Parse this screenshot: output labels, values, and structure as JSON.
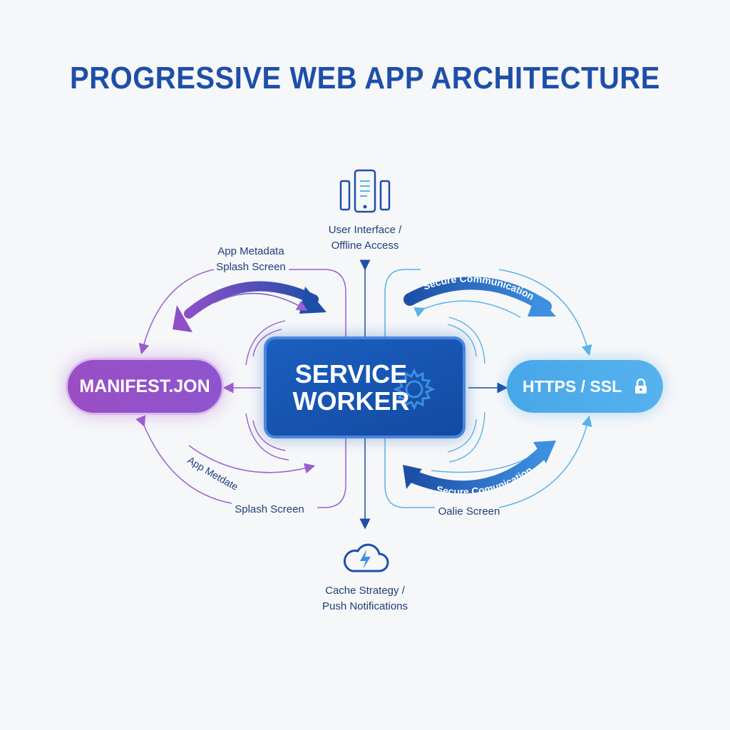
{
  "title": "PROGRESSIVE WEB APP ARCHITECTURE",
  "nodes": {
    "manifest": "MANIFEST.JON",
    "service_worker_line1": "SERVICE",
    "service_worker_line2": "WORKER",
    "https": "HTTPS / SSL"
  },
  "top": {
    "label_line1": "User Interface /",
    "label_line2": "Offline Access",
    "icon": "devices-icon"
  },
  "bottom": {
    "label_line1": "Cache Strategy /",
    "label_line2": "Push Notifications",
    "icon": "cloud-lightning-icon"
  },
  "left_arcs": {
    "top_label_line1": "App Metadata",
    "top_label_line2": "Splash Screen",
    "bottom_label_curved": "App Metdate",
    "bottom_label": "Splash Screen"
  },
  "right_arcs": {
    "top_label": "Secure Communication",
    "bottom_label": "Secure Comunication",
    "bottom_caption": "Oalie Screen"
  },
  "colors": {
    "title": "#1e4fa8",
    "manifest": "#9a4ec4",
    "service_worker": "#1b5fbf",
    "https": "#48a7e9",
    "line_blue": "#1e4fa8",
    "line_purple": "#9a5fd0",
    "line_light_blue": "#5bb3e8"
  }
}
